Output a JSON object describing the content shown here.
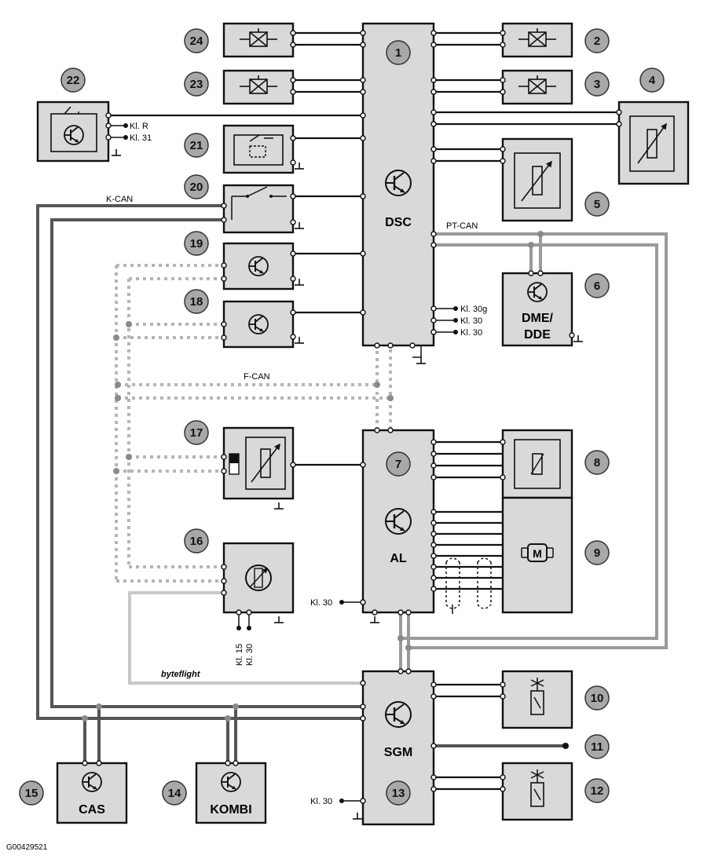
{
  "modules": {
    "dsc": "DSC",
    "al": "AL",
    "sgm": "SGM",
    "dme_line1": "DME/",
    "dme_line2": "DDE",
    "cas": "CAS",
    "kombi": "KOMBI"
  },
  "buses": {
    "k_can": "K-CAN",
    "pt_can": "PT-CAN",
    "f_can": "F-CAN",
    "byteflight": "byteflight"
  },
  "terminals": {
    "kl_r": "Kl. R",
    "kl_31": "Kl. 31",
    "kl_30g": "Kl. 30g",
    "kl_30": "Kl. 30",
    "kl_15": "Kl. 15"
  },
  "callouts": [
    "1",
    "2",
    "3",
    "4",
    "5",
    "6",
    "7",
    "8",
    "9",
    "10",
    "11",
    "12",
    "13",
    "14",
    "15",
    "16",
    "17",
    "18",
    "19",
    "20",
    "21",
    "22",
    "23",
    "24"
  ],
  "figure_id": "G00429521",
  "colors": {
    "box_fill": "#d9d9d9",
    "k_can": "#555555",
    "pt_can": "#9a9a9a",
    "f_can": "#b5b5b5",
    "byteflight": "#c8c8c8"
  }
}
